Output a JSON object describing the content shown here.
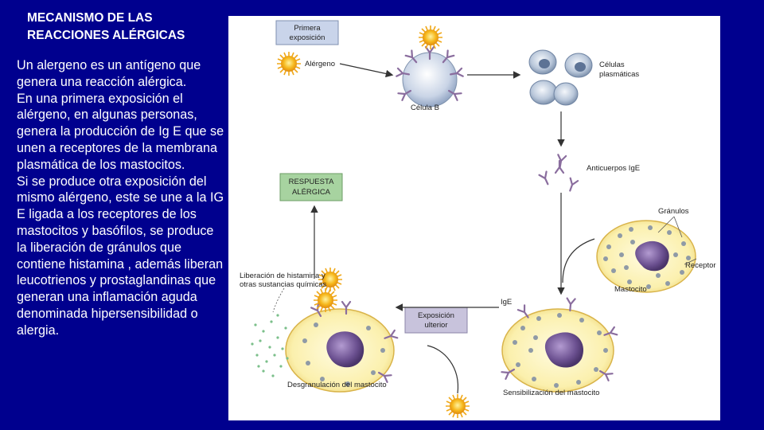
{
  "slide": {
    "title_line1": "MECANISMO DE LAS",
    "title_line2": "REACCIONES ALÉRGICAS",
    "body": [
      "Un alergeno es un antígeno que genera una reacción alérgica.",
      "En una primera exposición el alérgeno, en algunas personas, genera la producción de Ig E que se unen a receptores de la membrana plasmática de los mastocitos.",
      "Si se produce otra exposición del mismo alérgeno, este se une a la IG E ligada a los receptores de los mastocitos y basófilos, se produce la liberación de gránulos que contiene histamina ,  además liberan leucotrienos y prostaglandinas que generan una inflamación aguda denominada hipersensibilidad o alergia."
    ]
  },
  "diagram": {
    "box_primera_1": "Primera",
    "box_primera_2": "exposición",
    "alergeno": "Alérgeno",
    "celula_b": "Célula B",
    "plasmaticas_1": "Células",
    "plasmaticas_2": "plasmáticas",
    "anticuerpos": "Anticuerpos IgE",
    "respuesta_1": "RESPUESTA",
    "respuesta_2": "ALÉRGICA",
    "granulos": "Gránulos",
    "receptor": "Receptor",
    "mastocito": "Mastocito",
    "liberacion_1": "Liberación de histamina y",
    "liberacion_2": "otras sustancias químicas",
    "ige": "IgE",
    "exposicion_1": "Exposición",
    "exposicion_2": "ulterior",
    "degranulacion": "Desgranulación del mastocito",
    "sensibilizacion": "Sensibilización del mastocito",
    "colors": {
      "allergen": "#f6b81c",
      "antibody": "#8a6d9e",
      "cell_fill": "#fbf3b8",
      "cell_border": "#d9b44a",
      "nucleus": "#6a4f8f",
      "box_blue": "#c9d4ea",
      "box_green": "#a7d3a0",
      "box_purple": "#c8c3dc"
    }
  }
}
